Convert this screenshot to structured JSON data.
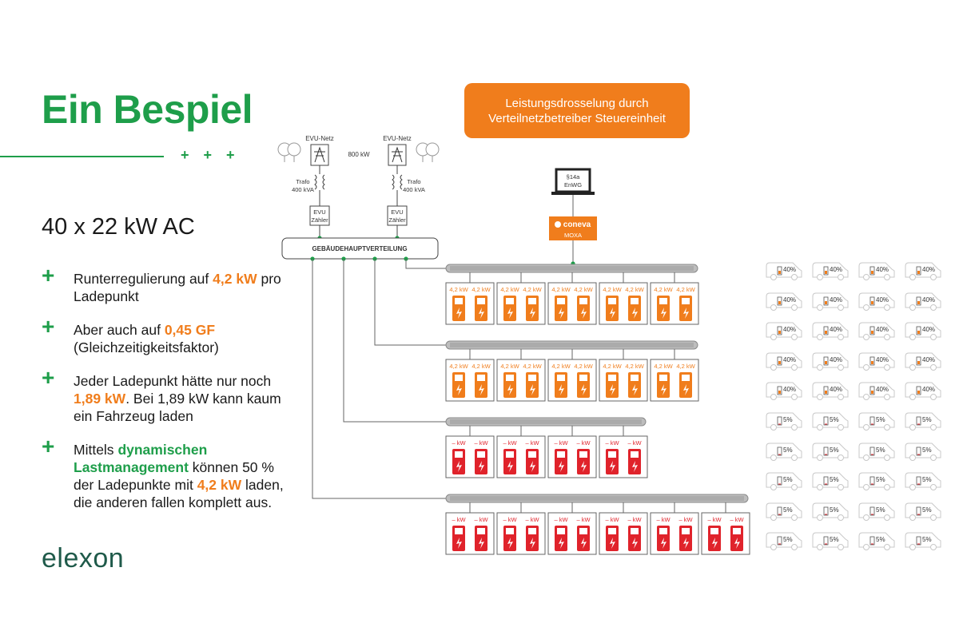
{
  "heading": {
    "title": "Ein Bespiel",
    "decor": [
      "+",
      "+",
      "+"
    ]
  },
  "subtitle": "40 x 22 kW AC",
  "bullets": [
    {
      "segments": [
        {
          "text": "Runterregulierung auf ",
          "style": ""
        },
        {
          "text": "4,2 kW",
          "style": "or"
        },
        {
          "text": " pro Ladepunkt",
          "style": ""
        }
      ]
    },
    {
      "segments": [
        {
          "text": "Aber auch auf ",
          "style": ""
        },
        {
          "text": "0,45 GF",
          "style": "or"
        },
        {
          "text": " (Gleichzeitigkeitsfaktor)",
          "style": ""
        }
      ]
    },
    {
      "segments": [
        {
          "text": "Jeder Ladepunkt hätte nur noch ",
          "style": ""
        },
        {
          "text": "1,89 kW",
          "style": "or"
        },
        {
          "text": ". Bei 1,89 kW kann kaum ein Fahrzeug laden",
          "style": ""
        }
      ]
    },
    {
      "segments": [
        {
          "text": "Mittels ",
          "style": ""
        },
        {
          "text": "dynamischen Lastmanagement",
          "style": "gr"
        },
        {
          "text": " können 50 % der Ladepunkte mit ",
          "style": ""
        },
        {
          "text": "4,2 kW",
          "style": "or"
        },
        {
          "text": " laden, die anderen fallen komplett aus.",
          "style": ""
        }
      ]
    }
  ],
  "logo": "elexon",
  "badge": {
    "line1": "Leistungsdrosselung durch",
    "line2": "Verteilnetzbetreiber Steuereinheit"
  },
  "diagram": {
    "grid_label": "EVU-Netz",
    "grid_power": "800 kW",
    "trafo_label": "Trafo",
    "trafo_rating": "400 kVA",
    "meter_label_1": "EVU",
    "meter_label_2": "Zähler",
    "distribution_label": "GEBÄUDEHAUPTVERTEILUNG",
    "laptop_line1": "§14a",
    "laptop_line2": "EnWG",
    "controller_brand": "coneva",
    "controller_model": "MOXA",
    "active_label": "4,2 kW",
    "inactive_label": "– kW",
    "rows": [
      {
        "stations": 5,
        "active": true
      },
      {
        "stations": 5,
        "active": true
      },
      {
        "stations": 4,
        "active": false
      },
      {
        "stations": 6,
        "active": false
      }
    ]
  },
  "vehicles": {
    "charged_pct": "40%",
    "low_pct": "5%",
    "rows": [
      [
        "40%",
        "40%",
        "40%",
        "40%"
      ],
      [
        "40%",
        "40%",
        "40%",
        "40%"
      ],
      [
        "40%",
        "40%",
        "40%",
        "40%"
      ],
      [
        "40%",
        "40%",
        "40%",
        "40%"
      ],
      [
        "40%",
        "40%",
        "40%",
        "40%"
      ],
      [
        "5%",
        "5%",
        "5%",
        "5%"
      ],
      [
        "5%",
        "5%",
        "5%",
        "5%"
      ],
      [
        "5%",
        "5%",
        "5%",
        "5%"
      ],
      [
        "5%",
        "5%",
        "5%",
        "5%"
      ],
      [
        "5%",
        "5%",
        "5%",
        "5%"
      ]
    ]
  },
  "colors": {
    "green": "#1e9e4a",
    "orange": "#f07d1c",
    "red": "#e0232b",
    "line": "#666666"
  }
}
